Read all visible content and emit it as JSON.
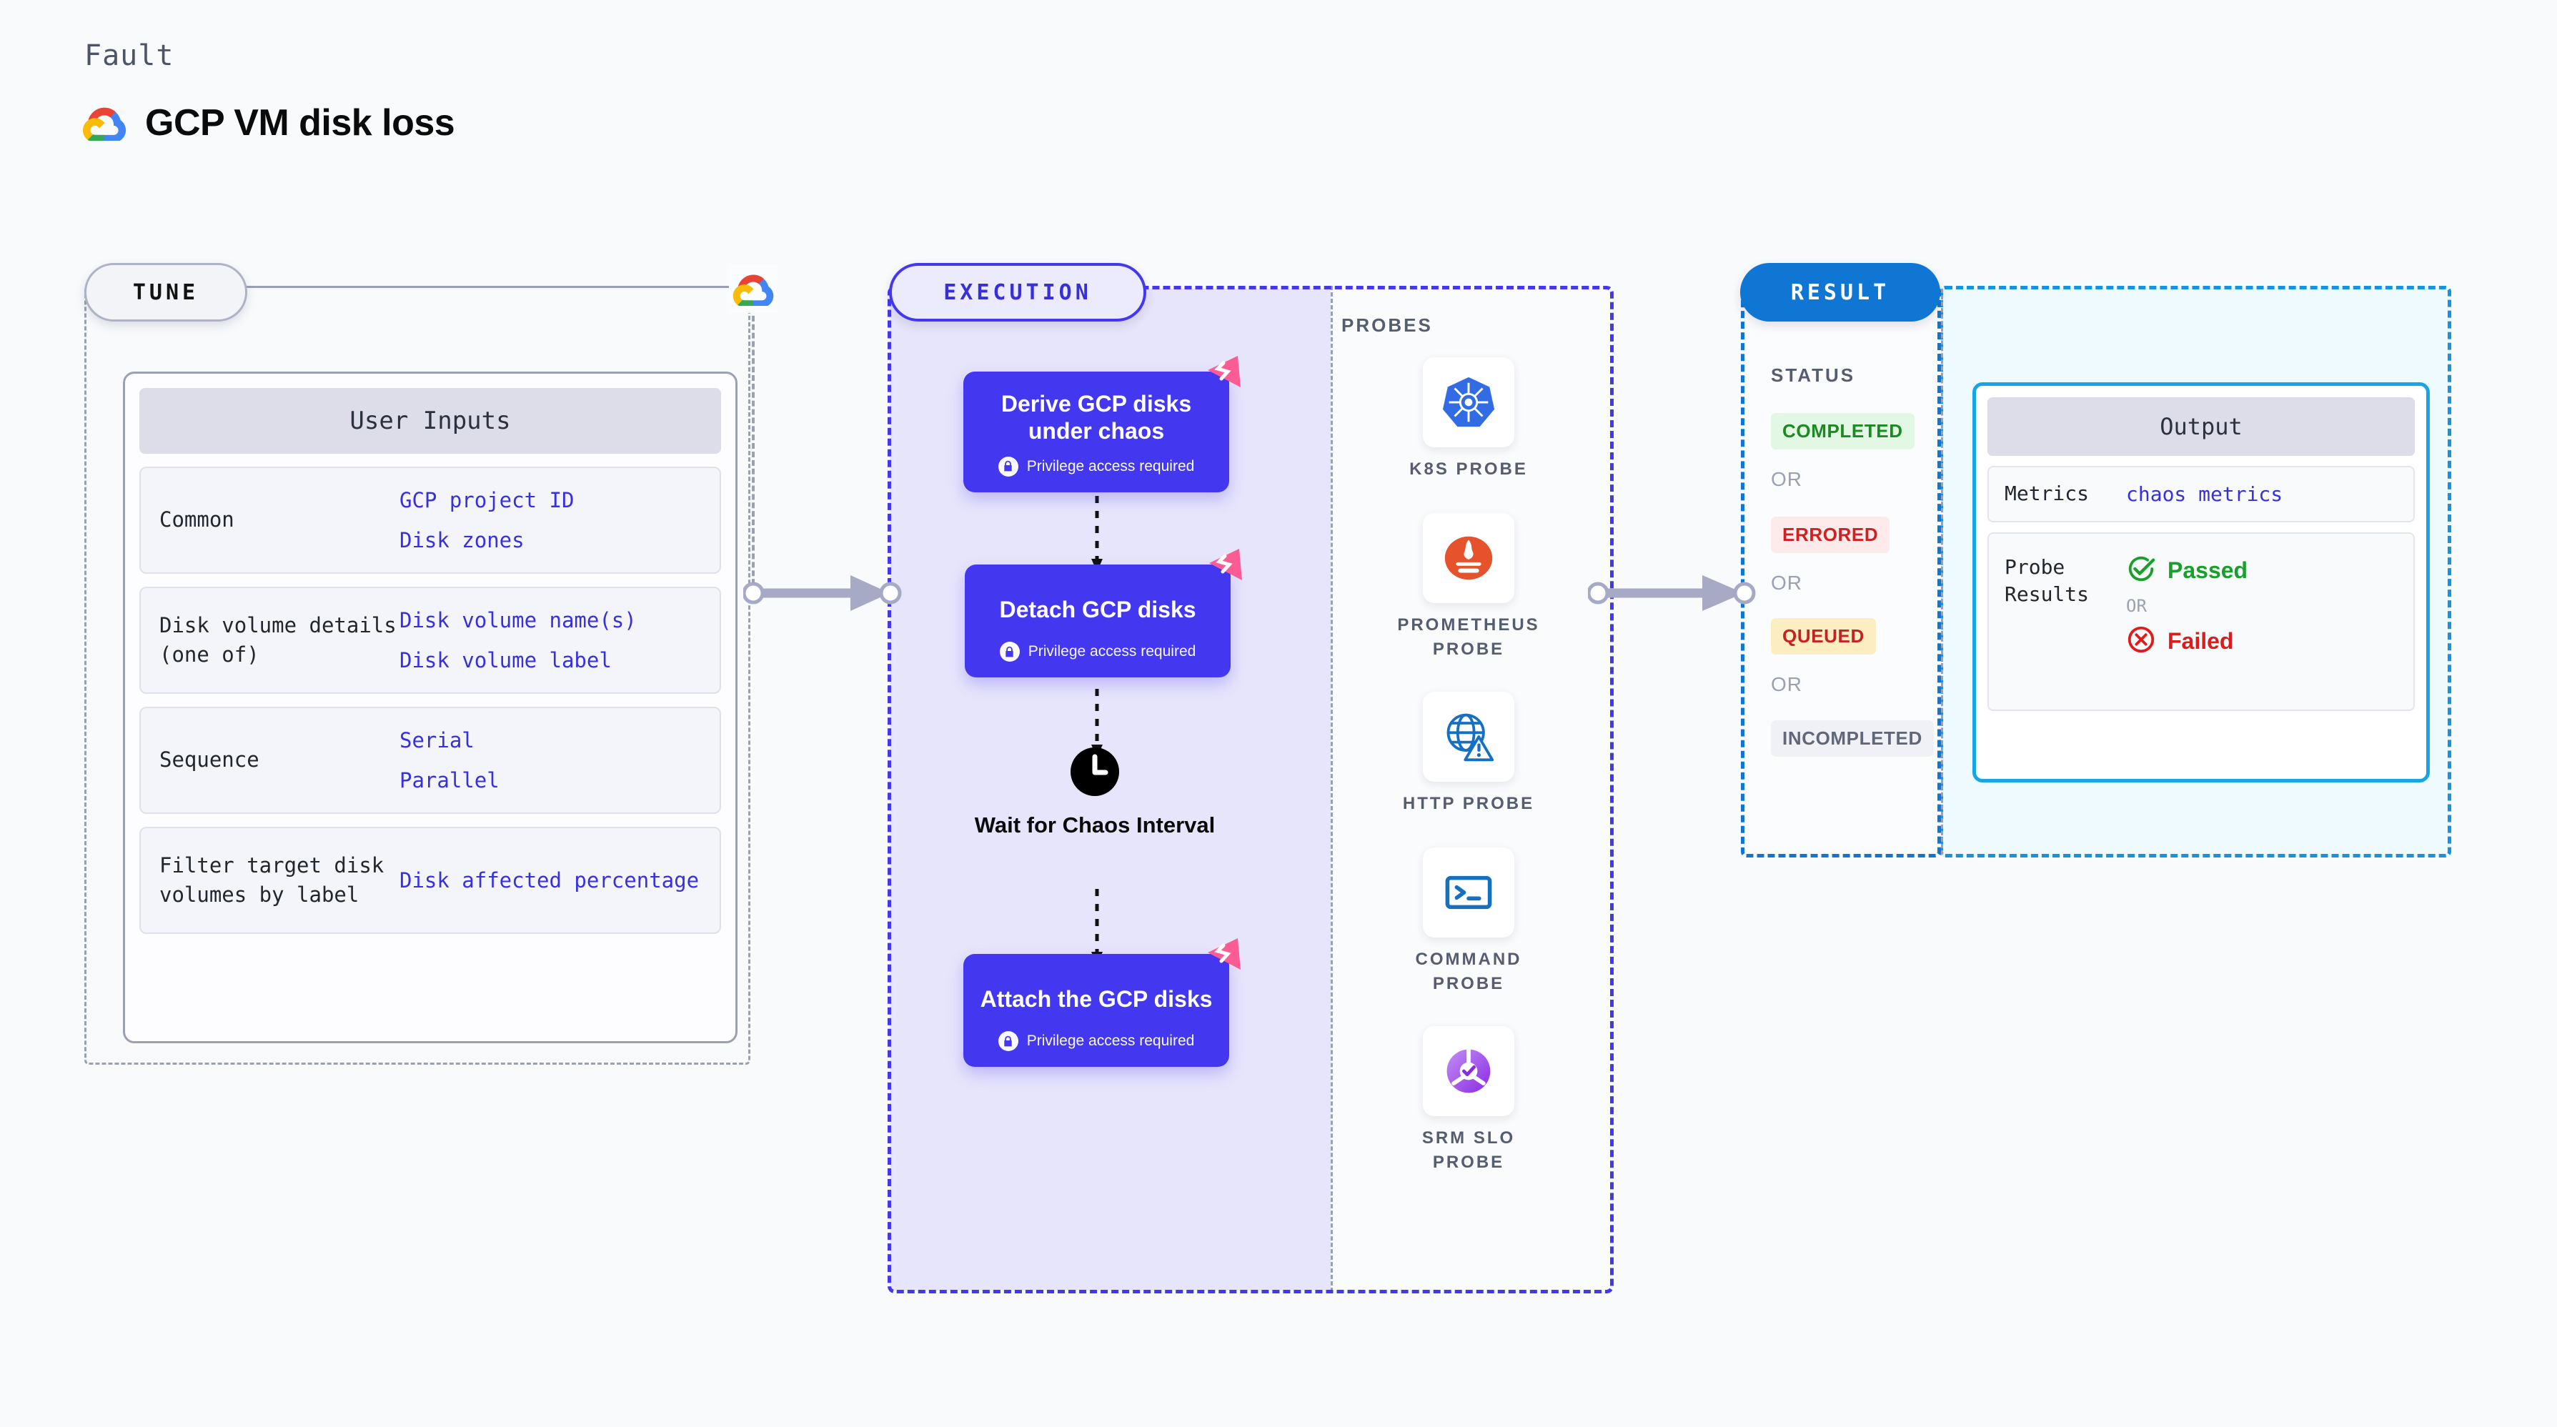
{
  "header": {
    "eyebrow": "Fault",
    "title": "GCP VM disk loss",
    "logo_icon": "gcp-logo-icon"
  },
  "tune": {
    "pill_label": "TUNE",
    "badge_icon": "gcp-logo-icon",
    "card_title": "User Inputs",
    "rows": [
      {
        "label": "Common",
        "values": [
          "GCP project ID",
          "Disk zones"
        ]
      },
      {
        "label": "Disk volume details (one of)",
        "values": [
          "Disk volume name(s)",
          "Disk volume label"
        ]
      },
      {
        "label": "Sequence",
        "values": [
          "Serial",
          "Parallel"
        ]
      },
      {
        "label": "Filter target disk volumes by label",
        "values": [
          "Disk affected percentage"
        ]
      }
    ]
  },
  "execution": {
    "pill_label": "EXECUTION",
    "nodes": [
      {
        "title": "Derive GCP disks under chaos",
        "sub": "Privilege access required",
        "sub_icon": "lock-icon",
        "badge_icon": "litmus-chaos-icon"
      },
      {
        "title": "Detach GCP disks",
        "sub": "Privilege access required",
        "sub_icon": "lock-icon",
        "badge_icon": "litmus-chaos-icon"
      },
      {
        "title": "Attach the GCP disks",
        "sub": "Privilege access required",
        "sub_icon": "lock-icon",
        "badge_icon": "litmus-chaos-icon"
      }
    ],
    "wait_node": {
      "label": "Wait for Chaos Interval",
      "icon": "clock-icon"
    }
  },
  "probes": {
    "title": "PROBES",
    "items": [
      {
        "label": "K8S PROBE",
        "icon": "kubernetes-icon"
      },
      {
        "label": "PROMETHEUS PROBE",
        "icon": "prometheus-icon"
      },
      {
        "label": "HTTP PROBE",
        "icon": "http-globe-warning-icon"
      },
      {
        "label": "COMMAND PROBE",
        "icon": "terminal-icon"
      },
      {
        "label": "SRM SLO PROBE",
        "icon": "srm-slo-icon"
      }
    ]
  },
  "result": {
    "pill_label": "RESULT",
    "status_title": "STATUS",
    "or_label": "OR",
    "statuses": [
      {
        "label": "COMPLETED",
        "bg": "#e2f7e4",
        "fg": "#1a8a22"
      },
      {
        "label": "ERRORED",
        "bg": "#fdeaea",
        "fg": "#d02020"
      },
      {
        "label": "QUEUED",
        "bg": "#fcedc3",
        "fg": "#c72222"
      },
      {
        "label": "INCOMPLETED",
        "bg": "#eff1f6",
        "fg": "#606878"
      }
    ],
    "output": {
      "title": "Output",
      "metrics_label": "Metrics",
      "metrics_value": "chaos metrics",
      "probe_results_label": "Probe Results",
      "passed_label": "Passed",
      "failed_label": "Failed",
      "or_label": "OR",
      "passed_icon": "check-circle-icon",
      "failed_icon": "x-circle-icon"
    }
  },
  "connectors": {
    "tune_to_execution": "arrow-right",
    "execution_to_result": "arrow-right"
  },
  "colors": {
    "accent_purple": "#4338ef",
    "accent_blue": "#0f76d4",
    "accent_cyan": "#16a6e8",
    "link": "#3730e0",
    "page_bg": "#f8fafc"
  }
}
